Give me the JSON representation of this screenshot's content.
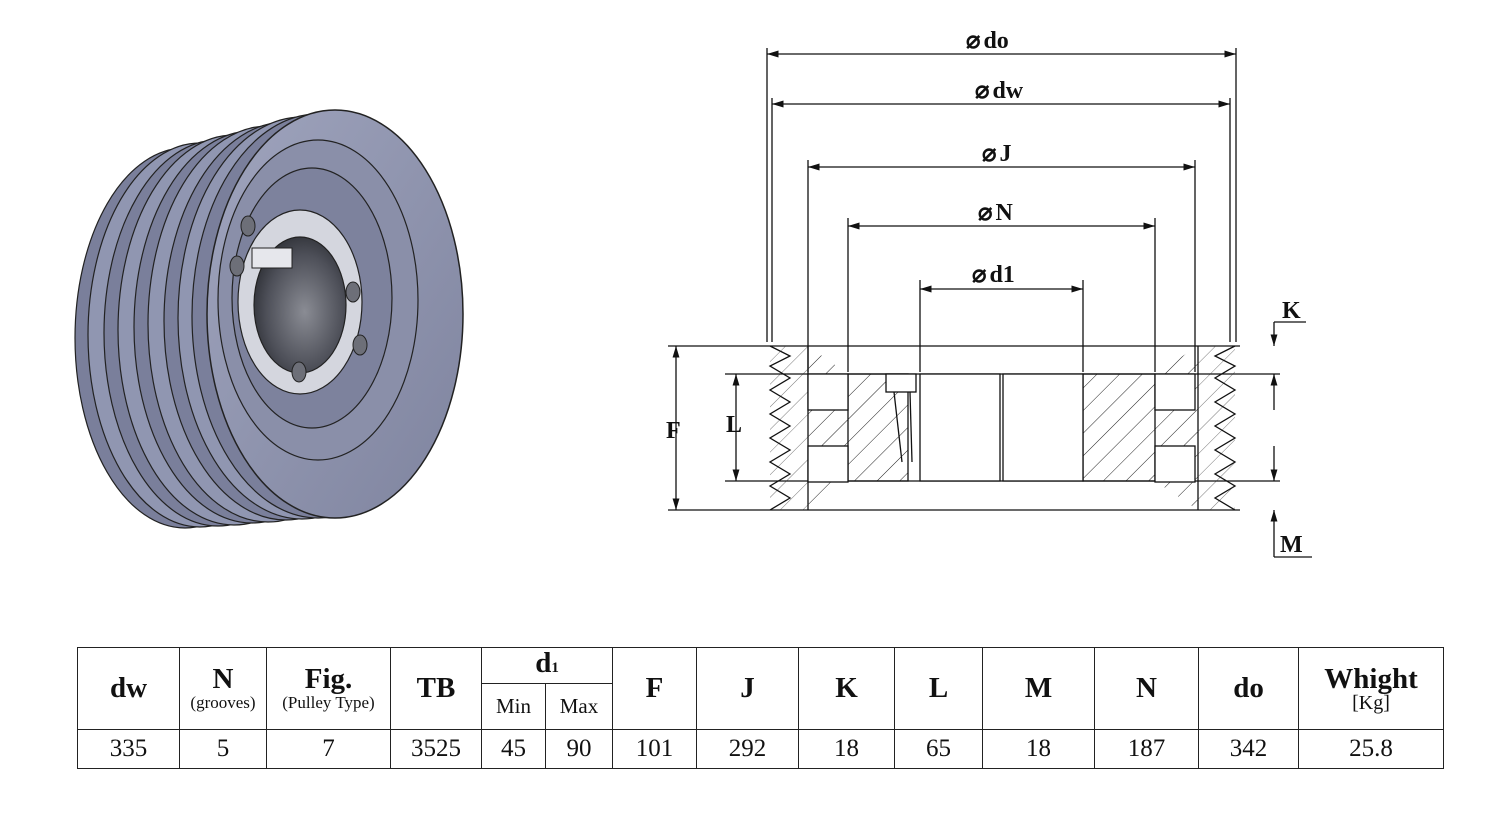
{
  "drawing": {
    "labels": {
      "do": "do",
      "dw": "dw",
      "J": "J",
      "N": "N",
      "d1": "d1",
      "K": "K",
      "F": "F",
      "L": "L",
      "M": "M"
    },
    "diameter_symbol": "⌀"
  },
  "table": {
    "headers": {
      "dw": "dw",
      "N": "N",
      "N_sub": "(grooves)",
      "fig": "Fig.",
      "fig_sub": "(Pulley Type)",
      "tb": "TB",
      "d1": "d",
      "d1_index": "1",
      "d1_min": "Min",
      "d1_max": "Max",
      "F": "F",
      "J": "J",
      "K": "K",
      "L": "L",
      "M": "M",
      "N2": "N",
      "do": "do",
      "weight": "Whight",
      "weight_unit": "[Kg]"
    },
    "values": {
      "dw": "335",
      "N": "5",
      "fig": "7",
      "tb": "3525",
      "d1_min": "45",
      "d1_max": "90",
      "F": "101",
      "J": "292",
      "K": "18",
      "L": "65",
      "M": "18",
      "N2": "187",
      "do": "342",
      "weight": "25.8"
    }
  }
}
